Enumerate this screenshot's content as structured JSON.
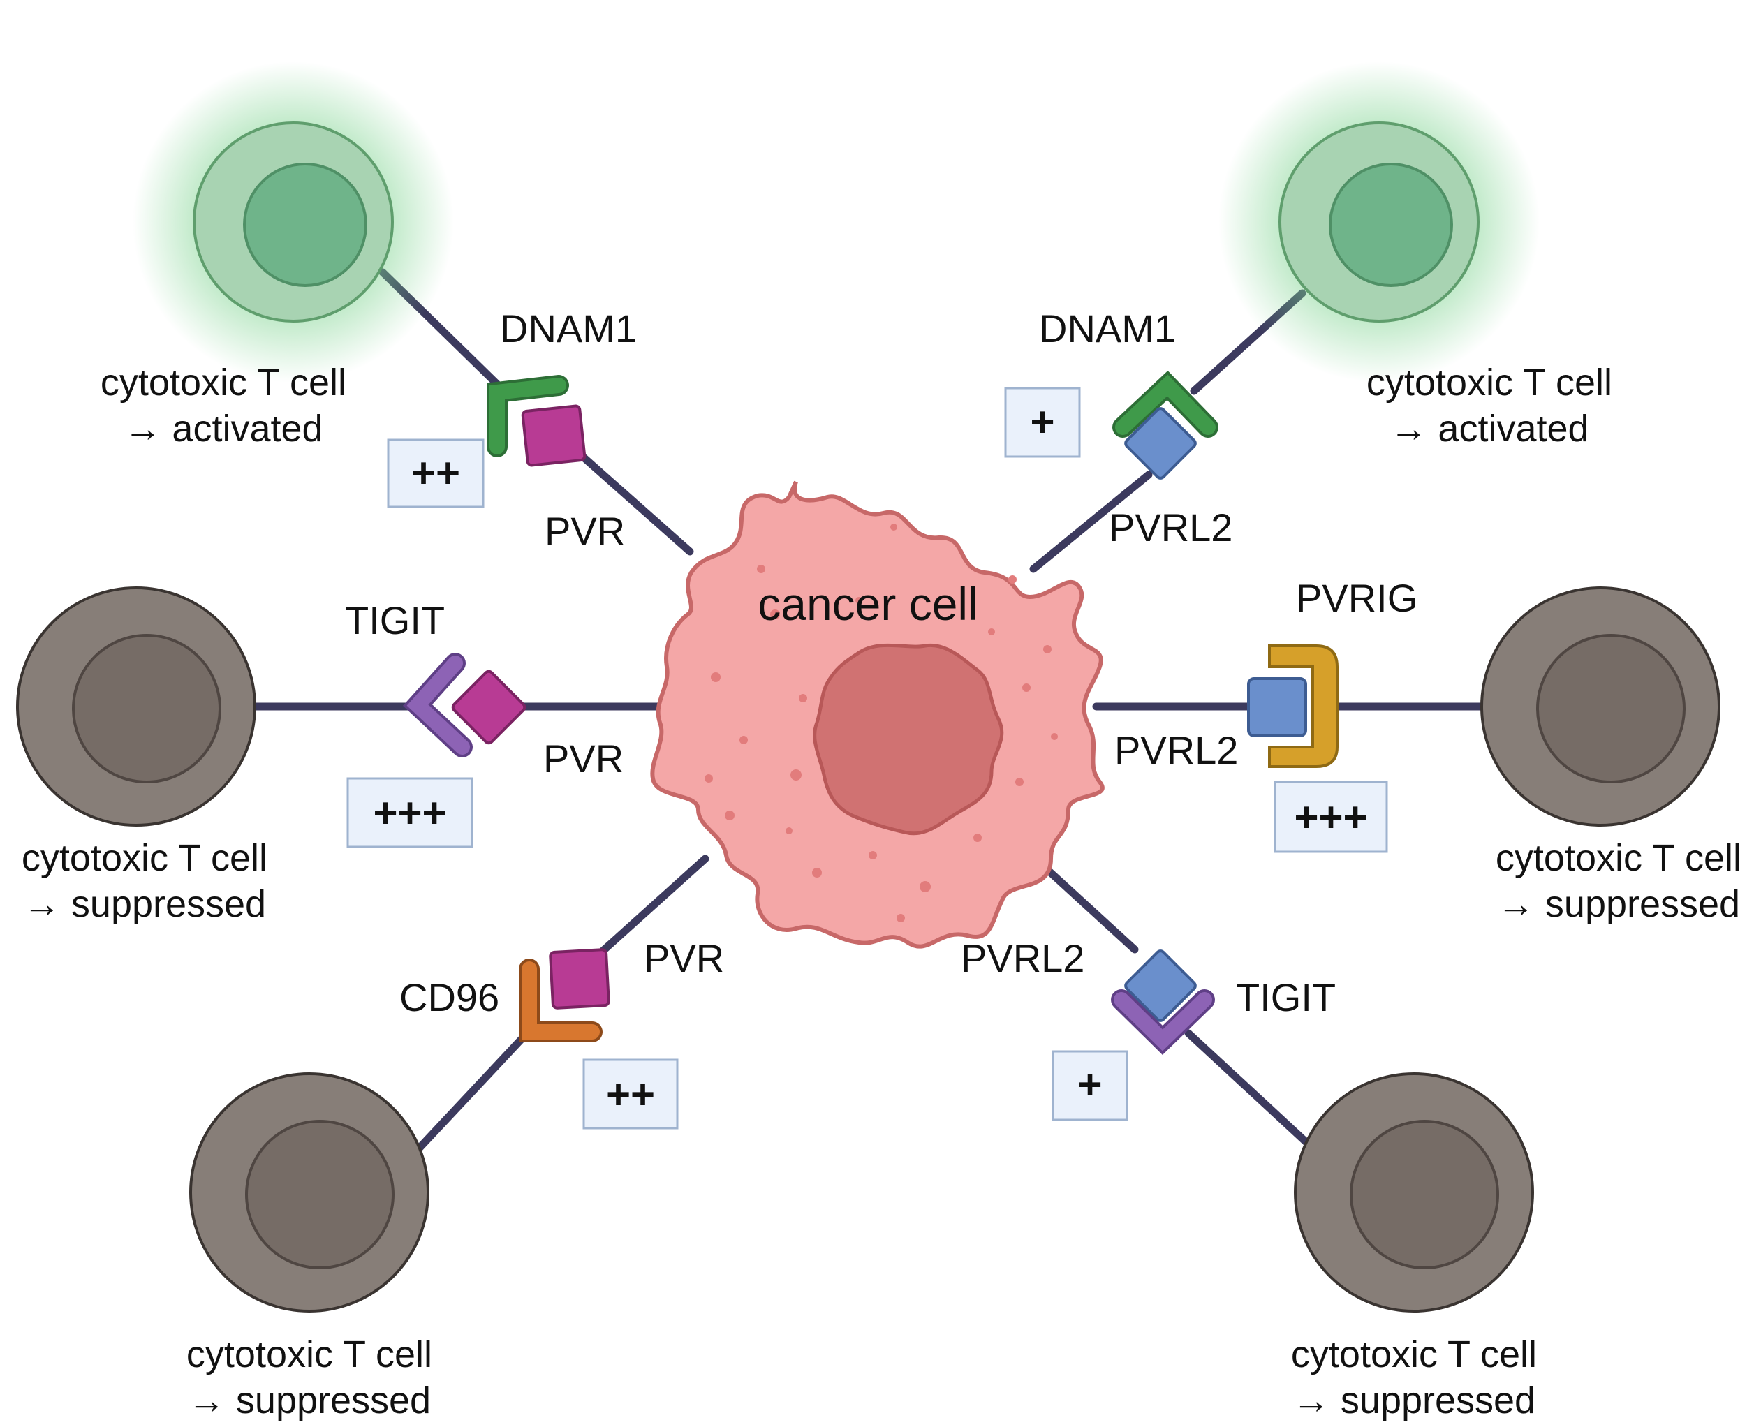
{
  "center": {
    "label": "cancer cell"
  },
  "cells": {
    "top_left": {
      "line1": "cytotoxic T cell",
      "line2": "→ activated"
    },
    "top_right": {
      "line1": "cytotoxic T cell",
      "line2": "→ activated"
    },
    "mid_left": {
      "line1": "cytotoxic T cell",
      "line2": "→ suppressed"
    },
    "mid_right": {
      "line1": "cytotoxic T cell",
      "line2": "→ suppressed"
    },
    "bottom_left": {
      "line1": "cytotoxic T cell",
      "line2": "→ suppressed"
    },
    "bottom_right": {
      "line1": "cytotoxic T cell",
      "line2": "→ suppressed"
    }
  },
  "interactions": {
    "top_left": {
      "receptor": "DNAM1",
      "ligand": "PVR",
      "strength": "++"
    },
    "top_right": {
      "receptor": "DNAM1",
      "ligand": "PVRL2",
      "strength": "+"
    },
    "mid_left": {
      "receptor": "TIGIT",
      "ligand": "PVR",
      "strength": "+++"
    },
    "mid_right": {
      "receptor": "PVRIG",
      "ligand": "PVRL2",
      "strength": "+++"
    },
    "bottom_left": {
      "receptor": "CD96",
      "ligand": "PVR",
      "strength": "++"
    },
    "bottom_right": {
      "receptor": "TIGIT",
      "ligand": "PVRL2",
      "strength": "+"
    }
  },
  "colors": {
    "activated_outer": "#a8d3b2",
    "activated_inner": "#6fb48a",
    "suppressed_outer": "#877e78",
    "suppressed_inner": "#766c66",
    "cancer_cell": "#f4a7a7",
    "nucleus": "#d07272",
    "stem": "#3c3a5e",
    "dnam1": "#3f9a4a",
    "tigit": "#8d63b5",
    "pvrig": "#d6a02a",
    "cd96": "#d8772f",
    "pvr": "#b83b94",
    "pvrl2": "#6a8fcc",
    "sign_box": "#eaf1fb"
  }
}
